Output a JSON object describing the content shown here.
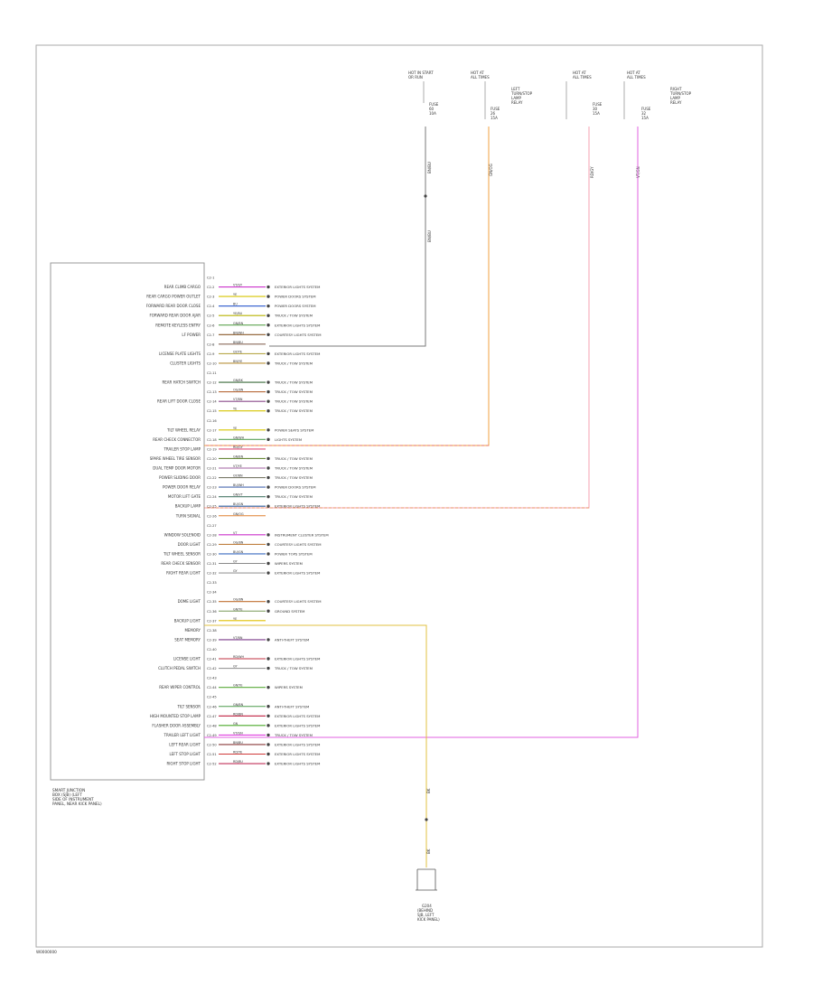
{
  "figure_code": "W0000000",
  "module": {
    "caption": [
      "SMART JUNCTION",
      "BOX (SJB) (LEFT",
      "SIDE OF INSTRUMENT",
      "PANEL, NEAR KICK PANEL)"
    ]
  },
  "fuses": [
    {
      "caption": [
        "HOT IN START",
        "OR RUN"
      ],
      "fuse": [
        "FUSE",
        "60",
        "10A"
      ],
      "wire": "BN/BU"
    },
    {
      "caption": [
        "HOT AT",
        "ALL TIMES"
      ],
      "fuse": [
        "FUSE",
        "26",
        "15A"
      ],
      "wire": "GN/OG",
      "side": [
        "LEFT",
        "TURN/STOP",
        "LAMP",
        "RELAY"
      ]
    },
    {
      "caption": [
        "HOT AT",
        "ALL TIMES"
      ],
      "fuse": [
        "FUSE",
        "30",
        "15A"
      ],
      "wire": "RD/GY"
    },
    {
      "caption": [
        "HOT AT",
        "ALL TIMES"
      ],
      "fuse": [
        "FUSE",
        "32",
        "15A"
      ],
      "wire": "VT/GN",
      "side": [
        "RIGHT",
        "TURN/STOP",
        "LAMP",
        "RELAY"
      ]
    }
  ],
  "ground": {
    "label": [
      "G204",
      "(BEHIND",
      "SJB, LEFT",
      "KICK PANEL)"
    ],
    "wire": "BK"
  },
  "pins": [
    {
      "label": "",
      "pin": "C2-1",
      "wire": "",
      "color": "",
      "dest": ""
    },
    {
      "label": "REAR CLIMB CARGO",
      "pin": "C2-2",
      "wire": "VT/GY",
      "color": "#cc33cc",
      "dest": "EXTERIOR LIGHTS SYSTEM"
    },
    {
      "label": "REAR CARGO POWER OUTLET",
      "pin": "C2-3",
      "wire": "YE",
      "color": "#d6c500",
      "dest": "POWER DOORS SYSTEM"
    },
    {
      "label": "FORWARD REAR DOOR CLOSE",
      "pin": "C2-4",
      "wire": "BU",
      "color": "#2a57cc",
      "dest": "POWER DOORS SYSTEM"
    },
    {
      "label": "FORWARD REAR DOOR AJAR",
      "pin": "C2-5",
      "wire": "YE/BU",
      "color": "#b8b400",
      "dest": "TRUCK / TOW SYSTEM"
    },
    {
      "label": "REMOTE KEYLESS ENTRY",
      "pin": "C2-6",
      "wire": "GN/BN",
      "color": "#4a9a3a",
      "dest": "EXTERIOR LIGHTS SYSTEM"
    },
    {
      "label": "LF POWER",
      "pin": "C2-7",
      "wire": "BN/WH",
      "color": "#8a5a2a",
      "dest": "COURTESY LIGHTS SYSTEM"
    },
    {
      "label": "",
      "pin": "C2-8",
      "wire": "BN/BU",
      "color": "#8a6a5a",
      "dest": ""
    },
    {
      "label": "LICENSE PLATE LIGHTS",
      "pin": "C2-9",
      "wire": "GY/YE",
      "color": "#b8a84a",
      "dest": "EXTERIOR LIGHTS SYSTEM"
    },
    {
      "label": "CLUSTER LIGHTS",
      "pin": "C2-10",
      "wire": "BN/YE",
      "color": "#b8903a",
      "dest": "TRUCK / TOW SYSTEM"
    },
    {
      "label": "",
      "pin": "C2-11",
      "wire": "",
      "color": "",
      "dest": ""
    },
    {
      "label": "REAR HATCH SWITCH",
      "pin": "C2-12",
      "wire": "GN/BK",
      "color": "#3a6a3a",
      "dest": "TRUCK / TOW SYSTEM"
    },
    {
      "label": "",
      "pin": "C2-13",
      "wire": "OG/BN",
      "color": "#b86a3a",
      "dest": "TRUCK / TOW SYSTEM"
    },
    {
      "label": "REAR LIFT DOOR CLOSE",
      "pin": "C2-14",
      "wire": "VT/BN",
      "color": "#8a4a8a",
      "dest": "TRUCK / TOW SYSTEM"
    },
    {
      "label": "",
      "pin": "C2-15",
      "wire": "YE",
      "color": "#d6c500",
      "dest": "TRUCK / TOW SYSTEM"
    },
    {
      "label": "",
      "pin": "C2-16",
      "wire": "",
      "color": "",
      "dest": ""
    },
    {
      "label": "TILT WHEEL RELAY",
      "pin": "C2-17",
      "wire": "YE",
      "color": "#d6c500",
      "dest": "POWER SEATS SYSTEM"
    },
    {
      "label": "REAR CHECK CONNECTOR",
      "pin": "C2-18",
      "wire": "GN/WH",
      "color": "#5aa05a",
      "dest": "LIGHTS SYSTEM"
    },
    {
      "label": "TRAILER STOP LAMP",
      "pin": "C2-19",
      "wire": "RD/GY",
      "color": "#e0507a",
      "dest": ""
    },
    {
      "label": "SPARE WHEEL TIRE SENSOR",
      "pin": "C2-20",
      "wire": "GN/BN",
      "color": "#6a8a3a",
      "dest": "TRUCK / TOW SYSTEM"
    },
    {
      "label": "DUAL TEMP DOOR MOTOR",
      "pin": "C2-21",
      "wire": "VT/YE",
      "color": "#a060a0",
      "dest": "TRUCK / TOW SYSTEM"
    },
    {
      "label": "POWER SLIDING DOOR",
      "pin": "C2-22",
      "wire": "GY/BN",
      "color": "#7a7a6a",
      "dest": "TRUCK / TOW SYSTEM"
    },
    {
      "label": "POWER DOOR RELAY",
      "pin": "C2-23",
      "wire": "BU/WH",
      "color": "#4a6ab0",
      "dest": "POWER DOORS SYSTEM"
    },
    {
      "label": "MOTOR LIFT GATE",
      "pin": "C2-24",
      "wire": "GN/VT",
      "color": "#4a7a6a",
      "dest": "TRUCK / TOW SYSTEM"
    },
    {
      "label": "BACKUP LAMP",
      "pin": "C2-25",
      "wire": "BU/GN",
      "color": "#2a5a9a",
      "dest": "EXTERIOR LIGHTS SYSTEM"
    },
    {
      "label": "TURN SIGNAL",
      "pin": "C2-26",
      "wire": "GN/OG",
      "color": "#e08030",
      "dest": ""
    },
    {
      "label": "",
      "pin": "C2-27",
      "wire": "",
      "color": "",
      "dest": ""
    },
    {
      "label": "WINDOW SOLENOID",
      "pin": "C2-28",
      "wire": "VT",
      "color": "#cc33cc",
      "dest": "INSTRUMENT CLUSTER SYSTEM"
    },
    {
      "label": "DOOR LIGHT",
      "pin": "C2-29",
      "wire": "OG/BN",
      "color": "#c08040",
      "dest": "COURTESY LIGHTS SYSTEM"
    },
    {
      "label": "TILT WHEEL SENSOR",
      "pin": "C2-30",
      "wire": "BU/GN",
      "color": "#3a6ac0",
      "dest": "POWER TOPS SYSTEM"
    },
    {
      "label": "REAR CHECK SENSOR",
      "pin": "C2-31",
      "wire": "GY",
      "color": "#8a8a8a",
      "dest": "WIPERS SYSTEM"
    },
    {
      "label": "RIGHT REAR LIGHT",
      "pin": "C2-32",
      "wire": "GY",
      "color": "#9a9a9a",
      "dest": "EXTERIOR LIGHTS SYSTEM"
    },
    {
      "label": "",
      "pin": "C2-33",
      "wire": "",
      "color": "",
      "dest": ""
    },
    {
      "label": "",
      "pin": "C2-34",
      "wire": "",
      "color": "",
      "dest": ""
    },
    {
      "label": "DOME LIGHT",
      "pin": "C2-35",
      "wire": "OG/BN",
      "color": "#c07030",
      "dest": "COURTESY LIGHTS SYSTEM"
    },
    {
      "label": "",
      "pin": "C2-36",
      "wire": "GN/YE",
      "color": "#7a9a5a",
      "dest": "GROUND SYSTEM"
    },
    {
      "label": "BACKUP LIGHT",
      "pin": "C2-37",
      "wire": "YE",
      "color": "#e0c000",
      "dest": ""
    },
    {
      "label": "MEMORY",
      "pin": "C2-38",
      "wire": "",
      "color": "",
      "dest": ""
    },
    {
      "label": "SEAT MEMORY",
      "pin": "C2-39",
      "wire": "VT/BN",
      "color": "#7a3a8a",
      "dest": "ANTI-THEFT SYSTEM"
    },
    {
      "label": "",
      "pin": "C2-40",
      "wire": "",
      "color": "",
      "dest": ""
    },
    {
      "label": "LICENSE LIGHT",
      "pin": "C2-41",
      "wire": "RD/WH",
      "color": "#c03040",
      "dest": "EXTERIOR LIGHTS SYSTEM"
    },
    {
      "label": "CLUTCH PEDAL SWITCH",
      "pin": "C2-42",
      "wire": "GY",
      "color": "#9a9a9a",
      "dest": "TRUCK / TOW SYSTEM"
    },
    {
      "label": "",
      "pin": "C2-43",
      "wire": "",
      "color": "",
      "dest": ""
    },
    {
      "label": "REAR WIPER CONTROL",
      "pin": "C2-44",
      "wire": "GN/YE",
      "color": "#5aaa3a",
      "dest": "WIPERS SYSTEM"
    },
    {
      "label": "",
      "pin": "C2-45",
      "wire": "",
      "color": "",
      "dest": ""
    },
    {
      "label": "TILT SENSOR",
      "pin": "C2-46",
      "wire": "GN/BN",
      "color": "#4a9a4a",
      "dest": "ANTI-THEFT SYSTEM"
    },
    {
      "label": "HIGH MOUNTED STOP LAMP",
      "pin": "C2-47",
      "wire": "RD/BN",
      "color": "#c02040",
      "dest": "EXTERIOR LIGHTS SYSTEM"
    },
    {
      "label": "FLASHER DOOR ASSEMBLY",
      "pin": "C2-48",
      "wire": "GN",
      "color": "#4aaa2a",
      "dest": "EXTERIOR LIGHTS SYSTEM"
    },
    {
      "label": "TRAILER LEFT LIGHT",
      "pin": "C2-49",
      "wire": "VT/GN",
      "color": "#e040e0",
      "dest": "TRUCK / TOW SYSTEM"
    },
    {
      "label": "LEFT REAR LIGHT",
      "pin": "C2-50",
      "wire": "BN/BU",
      "color": "#8a3a3a",
      "dest": "EXTERIOR LIGHTS SYSTEM"
    },
    {
      "label": "LEFT STOP LIGHT",
      "pin": "C2-51",
      "wire": "RD/YE",
      "color": "#d03a3a",
      "dest": "EXTERIOR LIGHTS SYSTEM"
    },
    {
      "label": "RIGHT STOP LIGHT",
      "pin": "C2-52",
      "wire": "RD/BU",
      "color": "#c0305a",
      "dest": "EXTERIOR LIGHTS SYSTEM"
    }
  ]
}
